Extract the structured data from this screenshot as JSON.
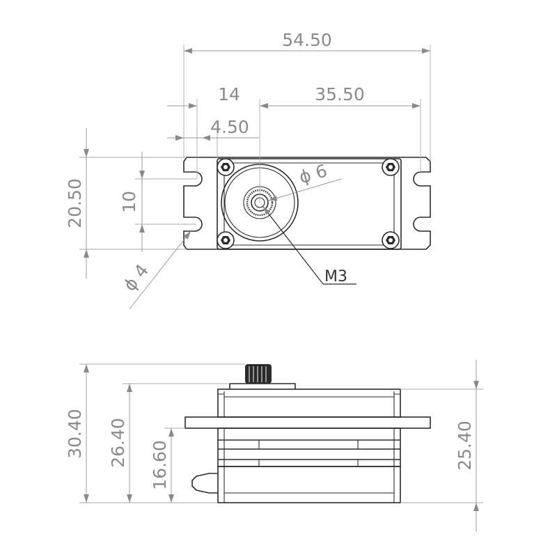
{
  "dimensions": {
    "overall_width": "54.50",
    "hole_to_shaft": "14",
    "shaft_to_edge": "35.50",
    "edge_to_hole": "4.50",
    "overall_depth": "20.50",
    "hole_spacing": "10",
    "hole_diameter": "ϕ 4",
    "spline_diameter": "ϕ 6",
    "screw_thread": "M3",
    "total_height": "30.40",
    "height_to_top": "26.40",
    "height_to_flange": "16.60",
    "body_height": "25.40"
  },
  "colors": {
    "outline": "#2a2a2a",
    "dimension": "#8a8a8a"
  }
}
